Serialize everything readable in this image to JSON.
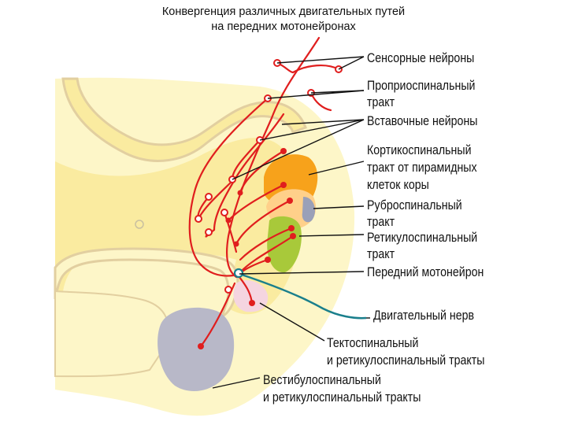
{
  "title": {
    "line1": "Конвергенция различных двигательных путей",
    "line2": "на передних мотонейронах"
  },
  "labels": {
    "sensory_neurons": "Сенсорные нейроны",
    "propriospinal": {
      "line1": "Проприоспинальный",
      "line2": "тракт"
    },
    "interneurons": "Вставочные нейроны",
    "corticospinal": {
      "line1": "Кортикоспинальный",
      "line2": "тракт от пирамидных",
      "line3": "клеток коры"
    },
    "rubrospinal": {
      "line1": "Руброспинальный",
      "line2": "тракт"
    },
    "reticulospinal": {
      "line1": "Ретикулоспинальный",
      "line2": "тракт"
    },
    "anterior_motoneuron": "Передний мотонейрон",
    "motor_nerve": "Двигательный нерв",
    "tectospinal": {
      "line1": "Тектоспинальный",
      "line2": "и ретикулоспинальный тракты"
    },
    "vestibulospinal": {
      "line1": "Вестибулоспинальный",
      "line2": "и ретикулоспинальный тракты"
    }
  },
  "colors": {
    "white_matter": "#fdf6c8",
    "gray_matter": "#faeba0",
    "horn_outline": "#e2cfa0",
    "pathway_red": "#e01e1e",
    "motor_nerve_teal": "#1a7f8c",
    "corticospinal_orange": "#f7a21b",
    "rubrospinal_peach": "#ffd08a",
    "reticulospinal_green": "#a8c93a",
    "tectospinal_pink": "#f5d5e0",
    "vestibulospinal_gray": "#b8b8c8"
  }
}
